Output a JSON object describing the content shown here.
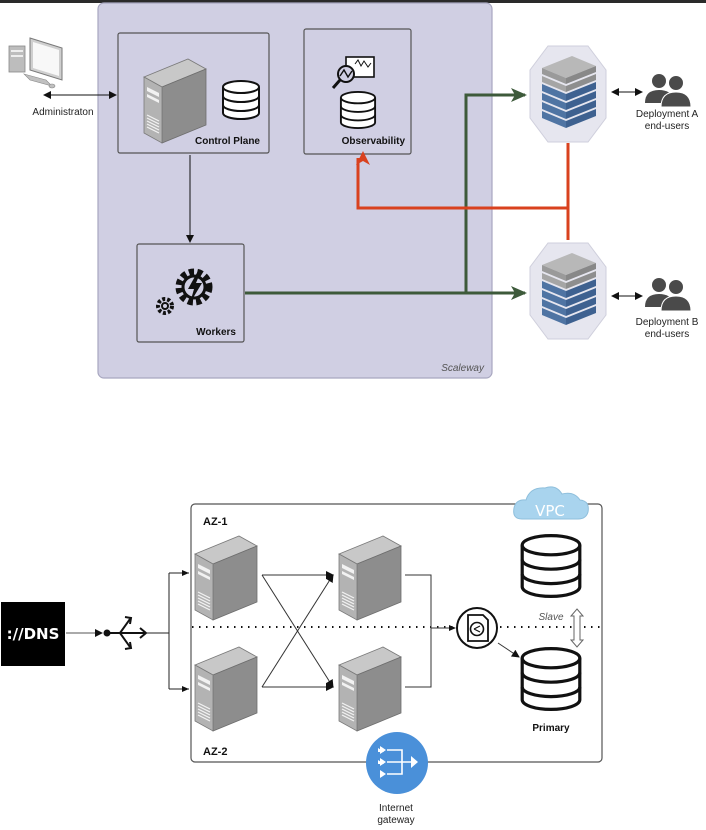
{
  "diagram1": {
    "region_label": "Scaleway",
    "administrator_label": "Administraton",
    "control_plane_label": "Control Plane",
    "observability_label": "Observability",
    "workers_label": "Workers",
    "deployment_a_label_line1": "Deployment A",
    "deployment_a_label_line2": "end-users",
    "deployment_b_label_line1": "Deployment B",
    "deployment_b_label_line2": "end-users",
    "colors": {
      "region_fill": "#d0cfe3",
      "traffic_line": "#3d5a3a",
      "metrics_line": "#d9411e"
    }
  },
  "diagram2": {
    "dns_label": "://DNS",
    "vpc_label": "VPC",
    "az1_label": "AZ-1",
    "az2_label": "AZ-2",
    "slave_label": "Slave",
    "primary_label": "Primary",
    "gateway_label_line1": "Internet",
    "gateway_label_line2": "gateway",
    "colors": {
      "vpc_cloud": "#a9d4ee",
      "gateway": "#4a90d9"
    }
  }
}
